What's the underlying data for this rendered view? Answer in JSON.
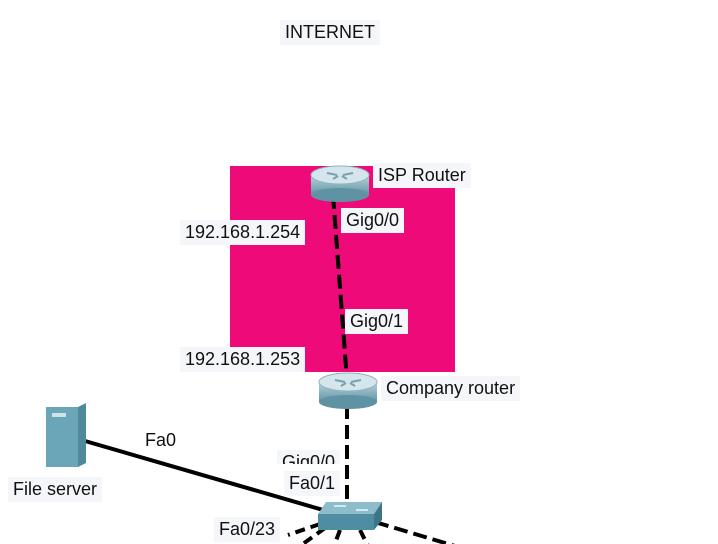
{
  "cloud_label": "INTERNET",
  "zone_color": "#ee0a78",
  "devices": {
    "isp_router": {
      "label": "ISP Router",
      "icon": "router-icon"
    },
    "company_router": {
      "label": "Company router",
      "icon": "router-icon"
    },
    "file_server": {
      "label": "File server",
      "icon": "server-icon"
    },
    "switch": {
      "icon": "switch-icon"
    }
  },
  "ip_labels": {
    "isp": "192.168.1.254",
    "company": "192.168.1.253"
  },
  "ports": {
    "isp_gig": "Gig0/0",
    "company_gig01": "Gig0/1",
    "company_gig00": "Gig0/0",
    "switch_fa01": "Fa0/1",
    "server_fa0": "Fa0",
    "switch_fa023": "Fa0/23"
  }
}
